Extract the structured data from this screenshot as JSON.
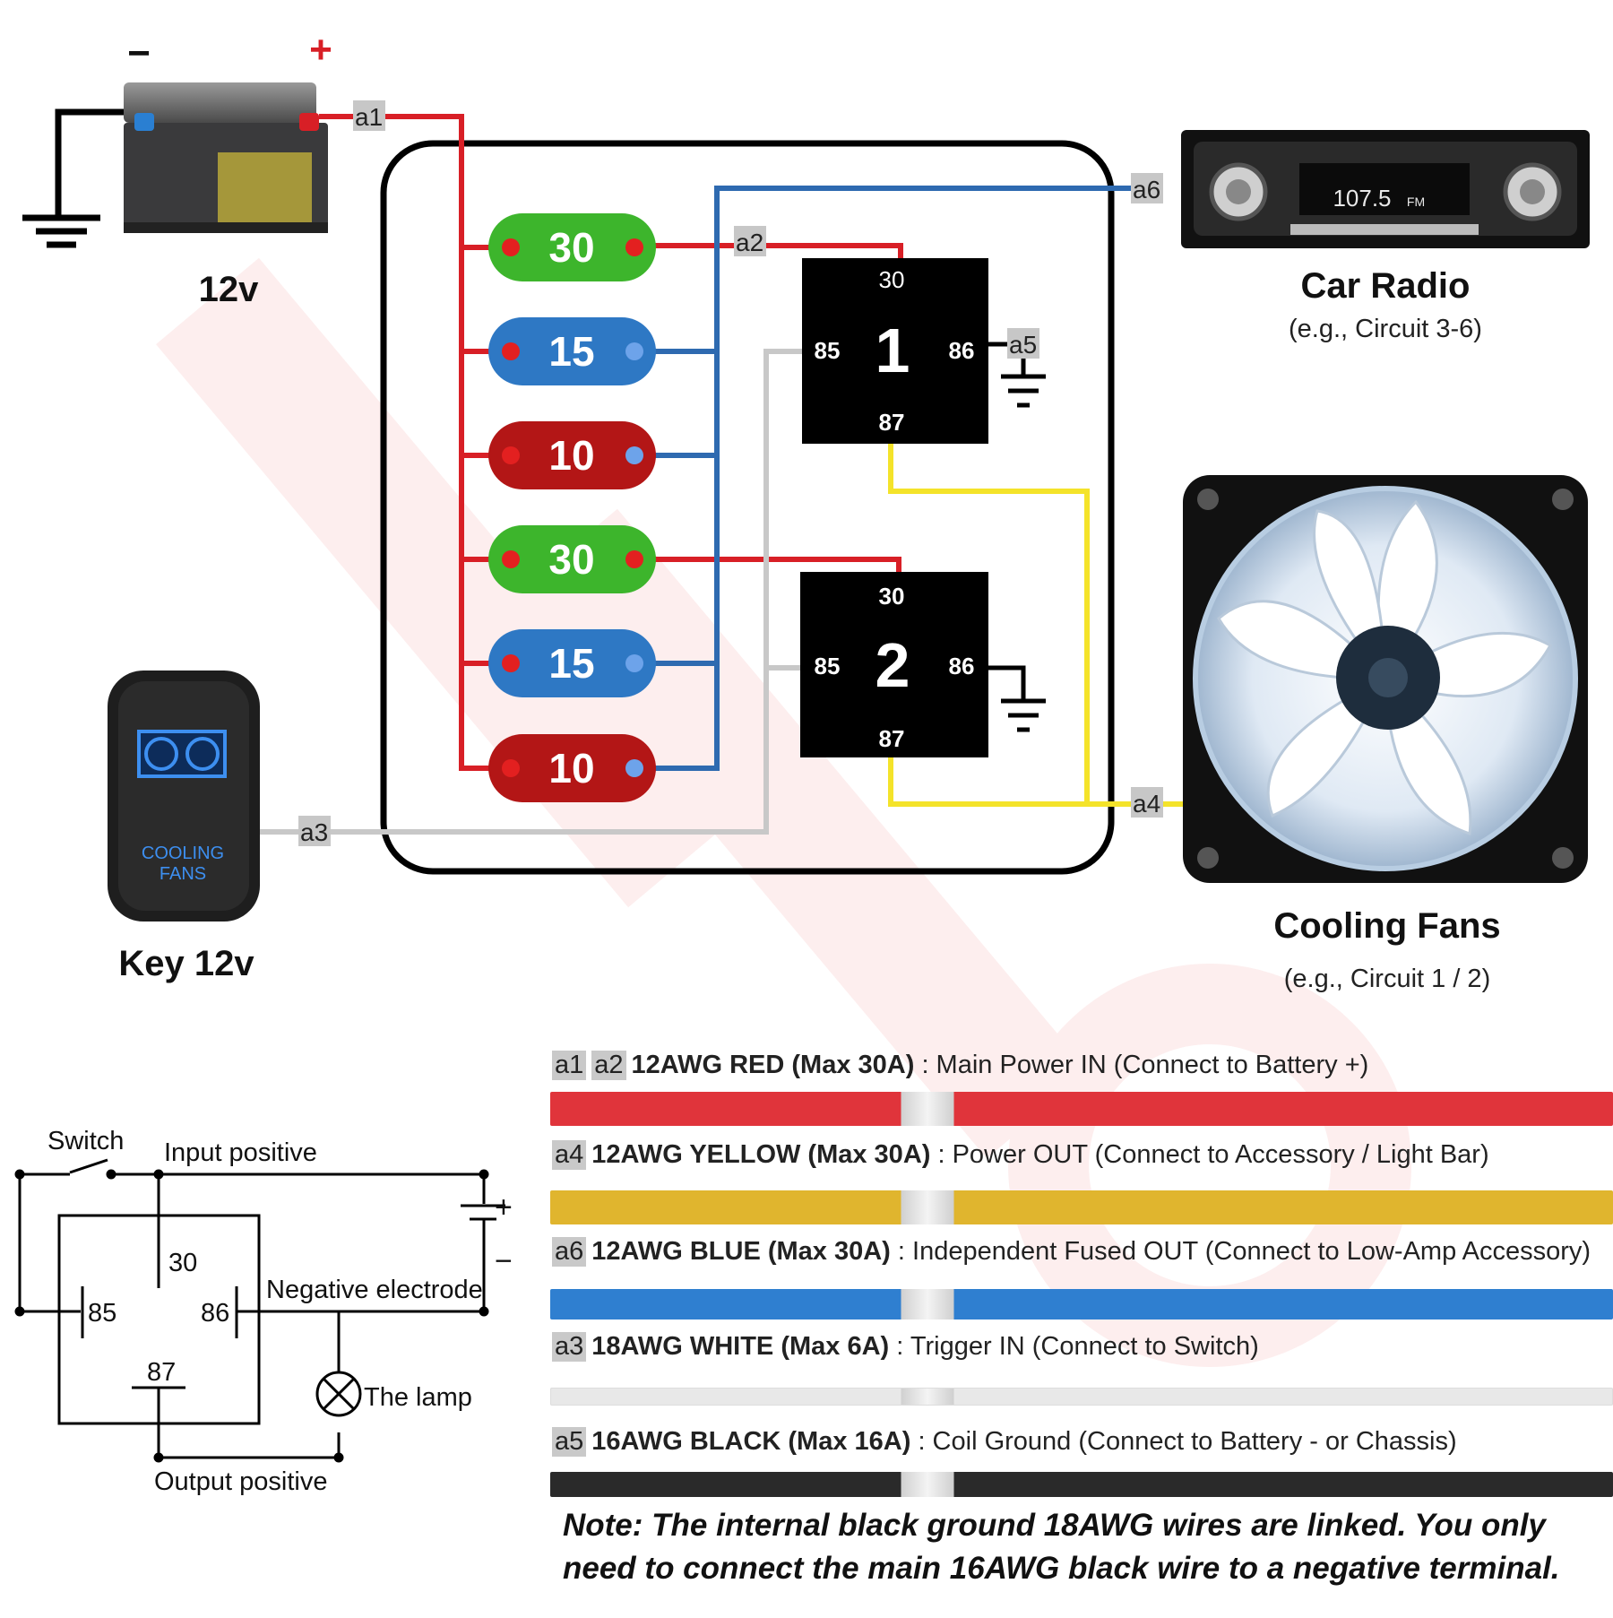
{
  "battery": {
    "label": "12v",
    "minus": "−",
    "plus": "+"
  },
  "switch_device": {
    "label": "Key 12v",
    "line1": "COOLING",
    "line2": "FANS"
  },
  "radio": {
    "title": "Car Radio",
    "subtitle": "(e.g., Circuit 3-6)",
    "display": "107.5",
    "band": "FM"
  },
  "fans": {
    "title": "Cooling Fans",
    "subtitle": "(e.g., Circuit 1 / 2)"
  },
  "wire_tags": {
    "a1": "a1",
    "a2": "a2",
    "a3": "a3",
    "a4": "a4",
    "a5": "a5",
    "a6": "a6"
  },
  "fuses": [
    {
      "value": "30",
      "color": "#3db52c"
    },
    {
      "value": "15",
      "color": "#2e78c4"
    },
    {
      "value": "10",
      "color": "#b31616"
    },
    {
      "value": "30",
      "color": "#3db52c"
    },
    {
      "value": "15",
      "color": "#2e78c4"
    },
    {
      "value": "10",
      "color": "#b31616"
    }
  ],
  "relays": [
    {
      "number": "1",
      "pin30": "30",
      "pin85": "85",
      "pin86": "86",
      "pin87": "87"
    },
    {
      "number": "2",
      "pin30": "30",
      "pin85": "85",
      "pin86": "86",
      "pin87": "87"
    }
  ],
  "schematic": {
    "switch": "Switch",
    "input_positive": "Input positive",
    "pin30": "30",
    "pin85": "85",
    "pin86": "86",
    "pin87": "87",
    "negative": "Negative electrode",
    "lamp": "The lamp",
    "output_positive": "Output positive",
    "plus": "+",
    "minus": "−"
  },
  "legend": [
    {
      "tags": [
        "a1",
        "a2"
      ],
      "bold": "12AWG RED (Max 30A)",
      "desc": " : Main Power IN (Connect to Battery +)",
      "color": "#e0343b"
    },
    {
      "tags": [
        "a4"
      ],
      "bold": "12AWG YELLOW (Max 30A)",
      "desc": " : Power OUT (Connect to Accessory / Light Bar)",
      "color": "#e0b52e"
    },
    {
      "tags": [
        "a6"
      ],
      "bold": "12AWG BLUE (Max 30A)",
      "desc": " : Independent Fused OUT (Connect to Low-Amp Accessory)",
      "color": "#2f7fd0"
    },
    {
      "tags": [
        "a3"
      ],
      "bold": "18AWG  WHITE (Max 6A)",
      "desc": " : Trigger IN (Connect to Switch)",
      "color": "#e8e8e8"
    },
    {
      "tags": [
        "a5"
      ],
      "bold": "16AWG BLACK (Max 16A)",
      "desc": " : Coil Ground (Connect to Battery - or Chassis)",
      "color": "#2a2a2a"
    }
  ],
  "note": "Note: The internal black ground 18AWG wires are linked. You only need to connect the main 16AWG black wire to a negative terminal."
}
